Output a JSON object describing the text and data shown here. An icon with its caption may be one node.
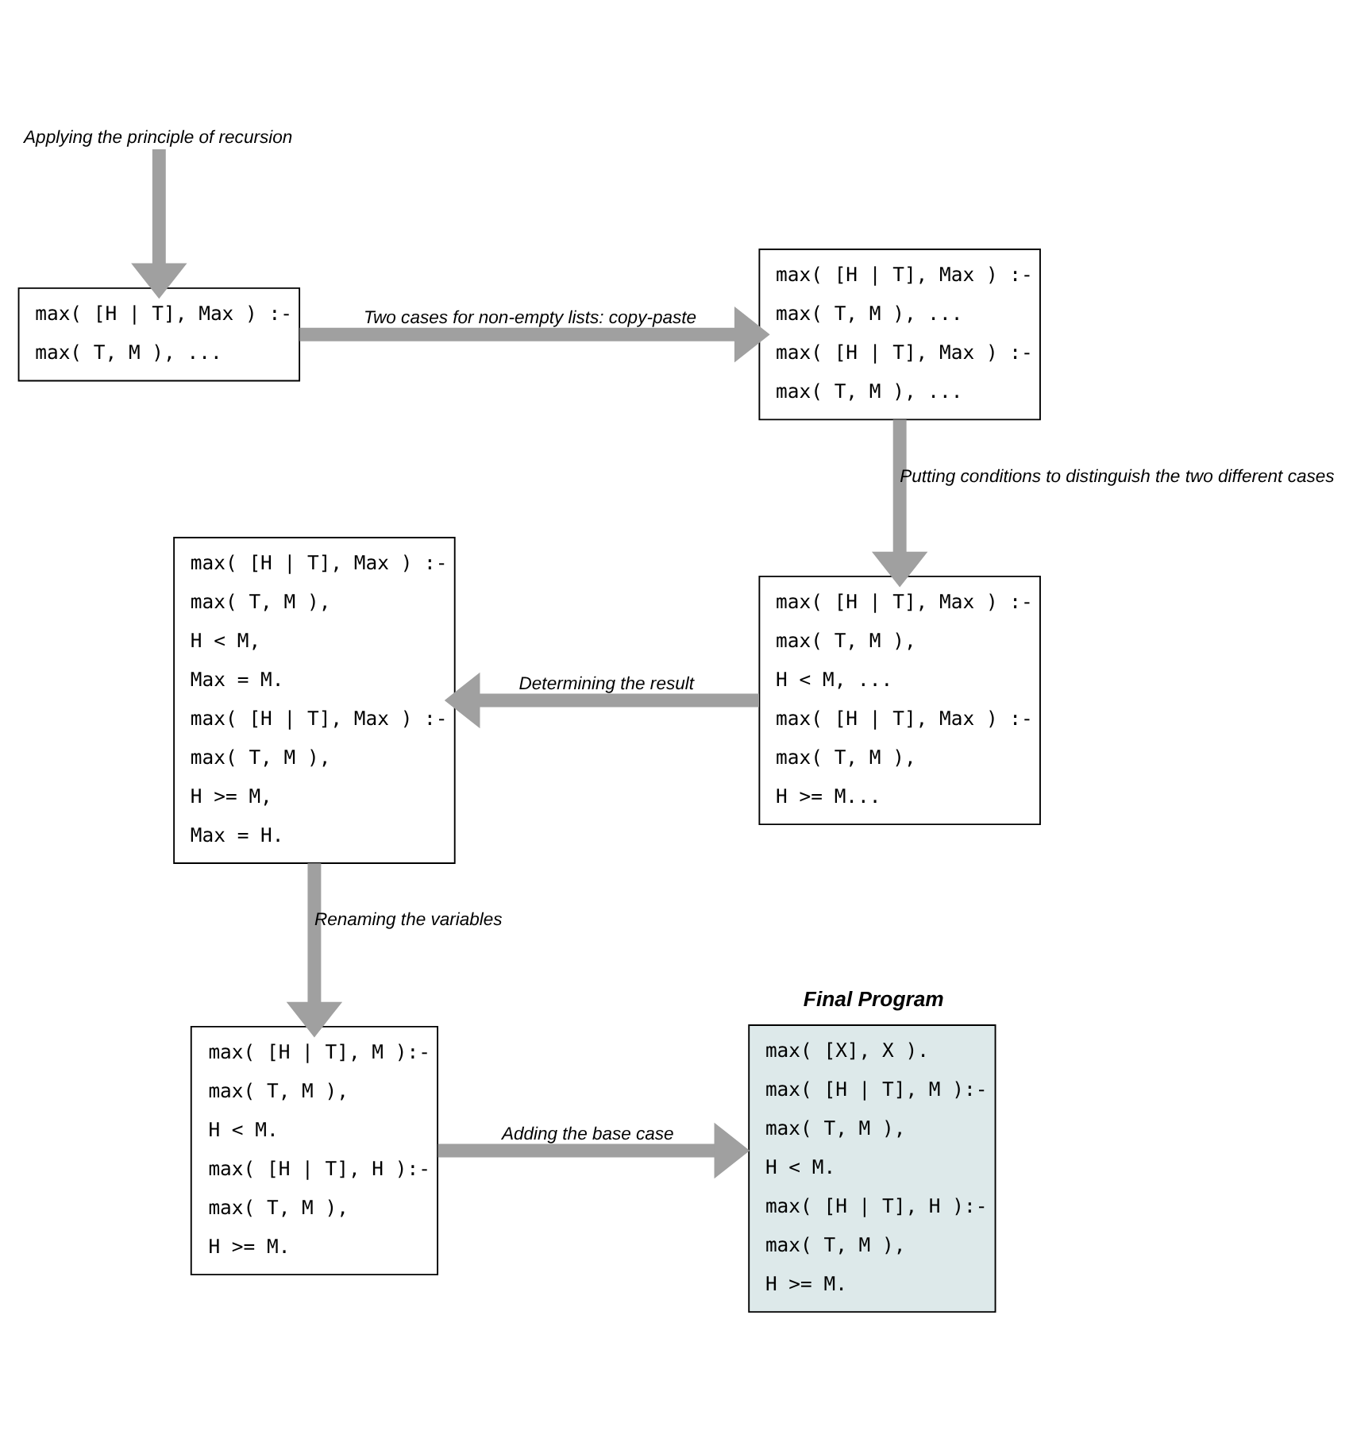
{
  "diagram": {
    "nodes": [
      {
        "text": [
          "Applying the principle of recursion"
        ]
      },
      {
        "text": [
          "max( [H | T], Max ) :-",
          "max( T, M ), ..."
        ]
      },
      {
        "text": [
          "max( [H | T], Max ) :-",
          "max( T, M ), ...",
          "max( [H | T], Max ) :-",
          "max( T, M ), ..."
        ]
      },
      {
        "text": [
          "max( [H | T], Max ) :-",
          "max( T, M ),",
          "H < M, ...",
          "max( [H | T], Max ) :-",
          "max( T, M ),",
          "H >= M..."
        ]
      },
      {
        "text": [
          "max( [H | T], Max ) :-",
          "max( T, M ),",
          "H < M,",
          "Max = M.",
          "max( [H | T], Max ) :-",
          "max( T, M ),",
          "H >= M,",
          "Max = H."
        ]
      },
      {
        "text": [
          "max( [H | T], M ):-",
          "max( T, M ),",
          "H < M.",
          "max( [H | T], H ):-",
          "max( T, M ),",
          "H >= M."
        ]
      },
      {
        "text": [
          "Final Program",
          "max( [X], X ).",
          "max( [H | T], M ):-",
          "max( T, M ),",
          "H < M.",
          "max( [H | T], H ):-",
          "max( T, M ),",
          "H >= M."
        ]
      }
    ],
    "edges": [
      {
        "from": 0,
        "to": 1,
        "arrow": "to"
      },
      {
        "from": 1,
        "to": 2,
        "arrow": "to",
        "label": "Two cases for non-empty lists: copy-paste"
      },
      {
        "from": 2,
        "to": 3,
        "arrow": "to",
        "label": "Putting conditions to distinguish the two different cases"
      },
      {
        "from": 3,
        "to": 4,
        "arrow": "to",
        "label": "Determining the result"
      },
      {
        "from": 4,
        "to": 5,
        "arrow": "to",
        "label": "Renaming the variables"
      },
      {
        "from": 5,
        "to": 6,
        "arrow": "to",
        "label": "Adding the base case"
      }
    ]
  }
}
